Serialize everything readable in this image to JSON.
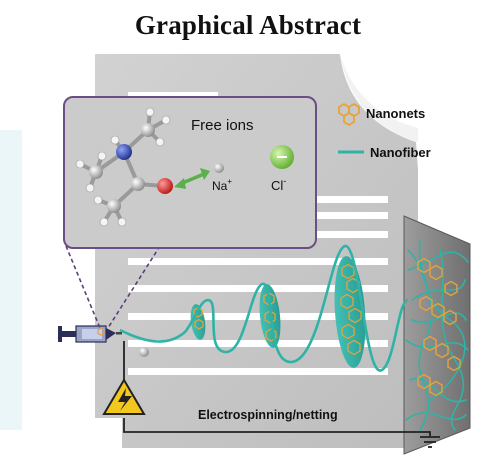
{
  "title": "Graphical Abstract",
  "inset": {
    "heading": "Free ions",
    "sodium": "Na",
    "sodium_charge": "+",
    "chloride": "Cl",
    "chloride_charge": "-"
  },
  "legend": {
    "nanonets": "Nanonets",
    "nanofiber": "Nanofiber"
  },
  "process_label": "Electrospinning/netting",
  "colors": {
    "fiber": "#2fb3a6",
    "nanonet": "#e8a23a",
    "sheet": "#c9c9c9",
    "inset_border": "#6a4f86",
    "chloride": "#7ec84a",
    "arrow": "#5ab04a",
    "oxygen": "#d22626",
    "nitrogen": "#2a3f9a"
  },
  "icons": [
    "syringe-icon",
    "high-voltage-icon",
    "ground-icon",
    "hexagon-icon"
  ]
}
